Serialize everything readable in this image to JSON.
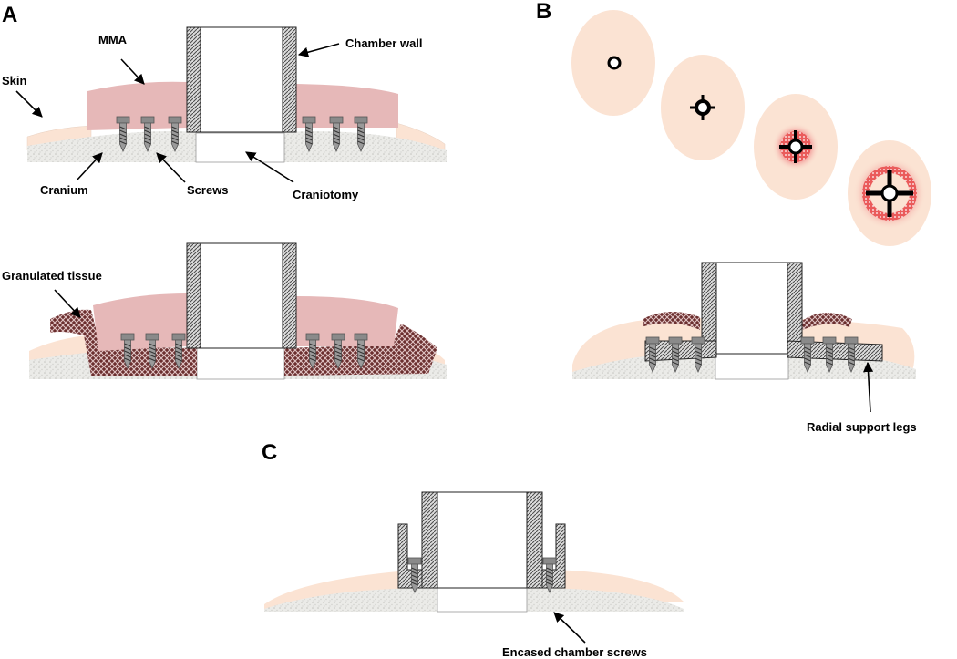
{
  "panels": {
    "a": "A",
    "b": "B",
    "c": "C"
  },
  "labels": {
    "mma": "MMA",
    "chamber_wall": "Chamber wall",
    "skin": "Skin",
    "cranium": "Cranium",
    "screws": "Screws",
    "craniotomy": "Craniotomy",
    "granulated_tissue": "Granulated tissue",
    "radial_support_legs": "Radial support legs",
    "encased_chamber_screws": "Encased chamber screws"
  },
  "colors": {
    "mma": "#e6b8b8",
    "skin": "#fbe3d3",
    "bone": "#ebebe8",
    "granulated": "#7a3a3a",
    "wall_hatch": "#5a5a5a",
    "screw": "#8a8a8a",
    "inflammation": "#e34b4b"
  },
  "stages_panel_b": 4
}
